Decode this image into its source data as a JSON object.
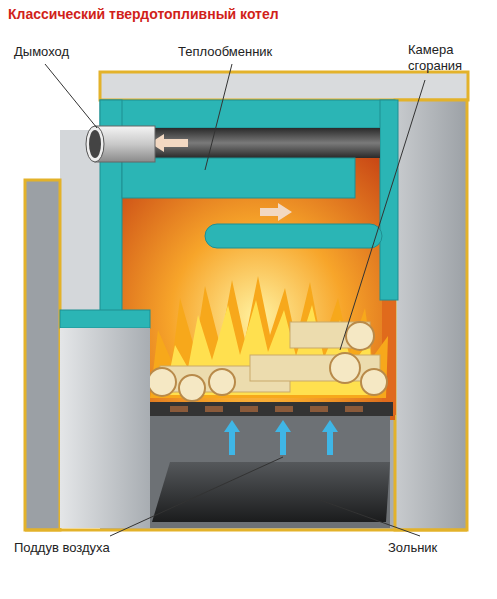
{
  "diagram": {
    "title": "Классический твердотопливный котел",
    "labels": [
      "Дымоход",
      "Теплообменник",
      "Камера сгорания",
      "Поддув воздуха",
      "Зольник"
    ]
  }
}
